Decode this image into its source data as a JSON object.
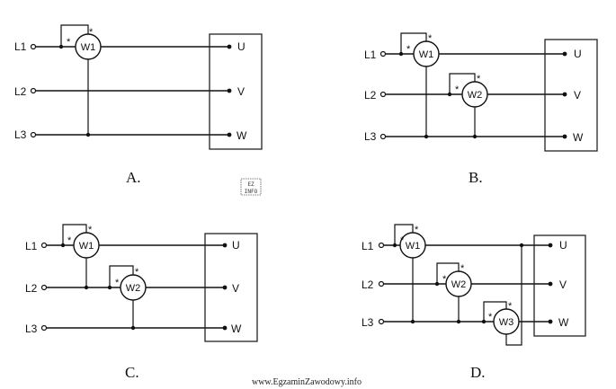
{
  "lines": [
    "L1",
    "L2",
    "L3"
  ],
  "phases": [
    "U",
    "V",
    "W"
  ],
  "meters": [
    "W1",
    "W2",
    "W3"
  ],
  "marker": "*",
  "options": [
    "A.",
    "B.",
    "C.",
    "D."
  ],
  "logo": {
    "top": "EZ",
    "bottom": "INFO"
  },
  "footer": "www.EgzaminZawodowy.info"
}
